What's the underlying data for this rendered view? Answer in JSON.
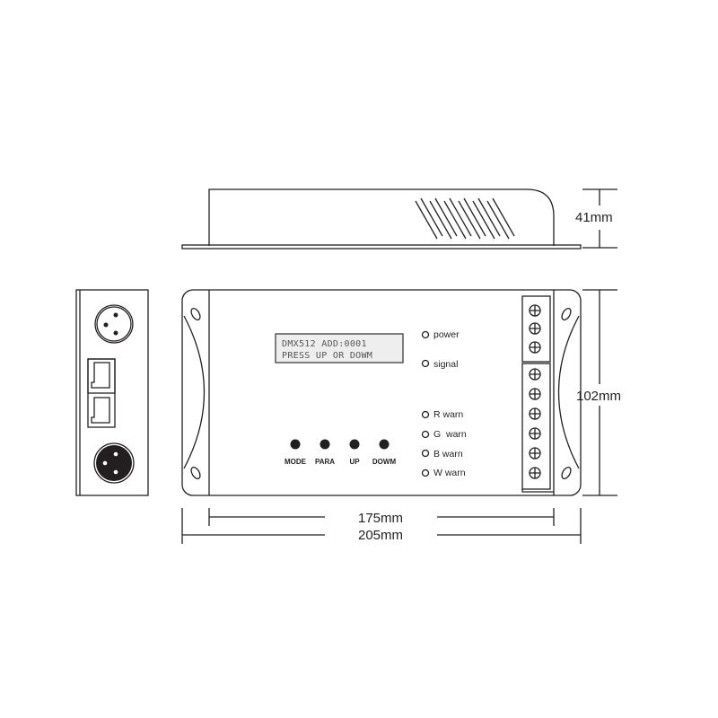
{
  "dimensions": {
    "height": "41mm",
    "depth": "102mm",
    "inner_width": "175mm",
    "outer_width": "205mm"
  },
  "lcd": {
    "line1": "DMX512 ADD:0001",
    "line2": "PRESS UP OR DOWM"
  },
  "indicators": [
    "power",
    "signal",
    "R warn",
    "G  warn",
    "B warn",
    "W warn"
  ],
  "buttons": [
    "MODE",
    "PARA",
    "UP",
    "DOWM"
  ]
}
